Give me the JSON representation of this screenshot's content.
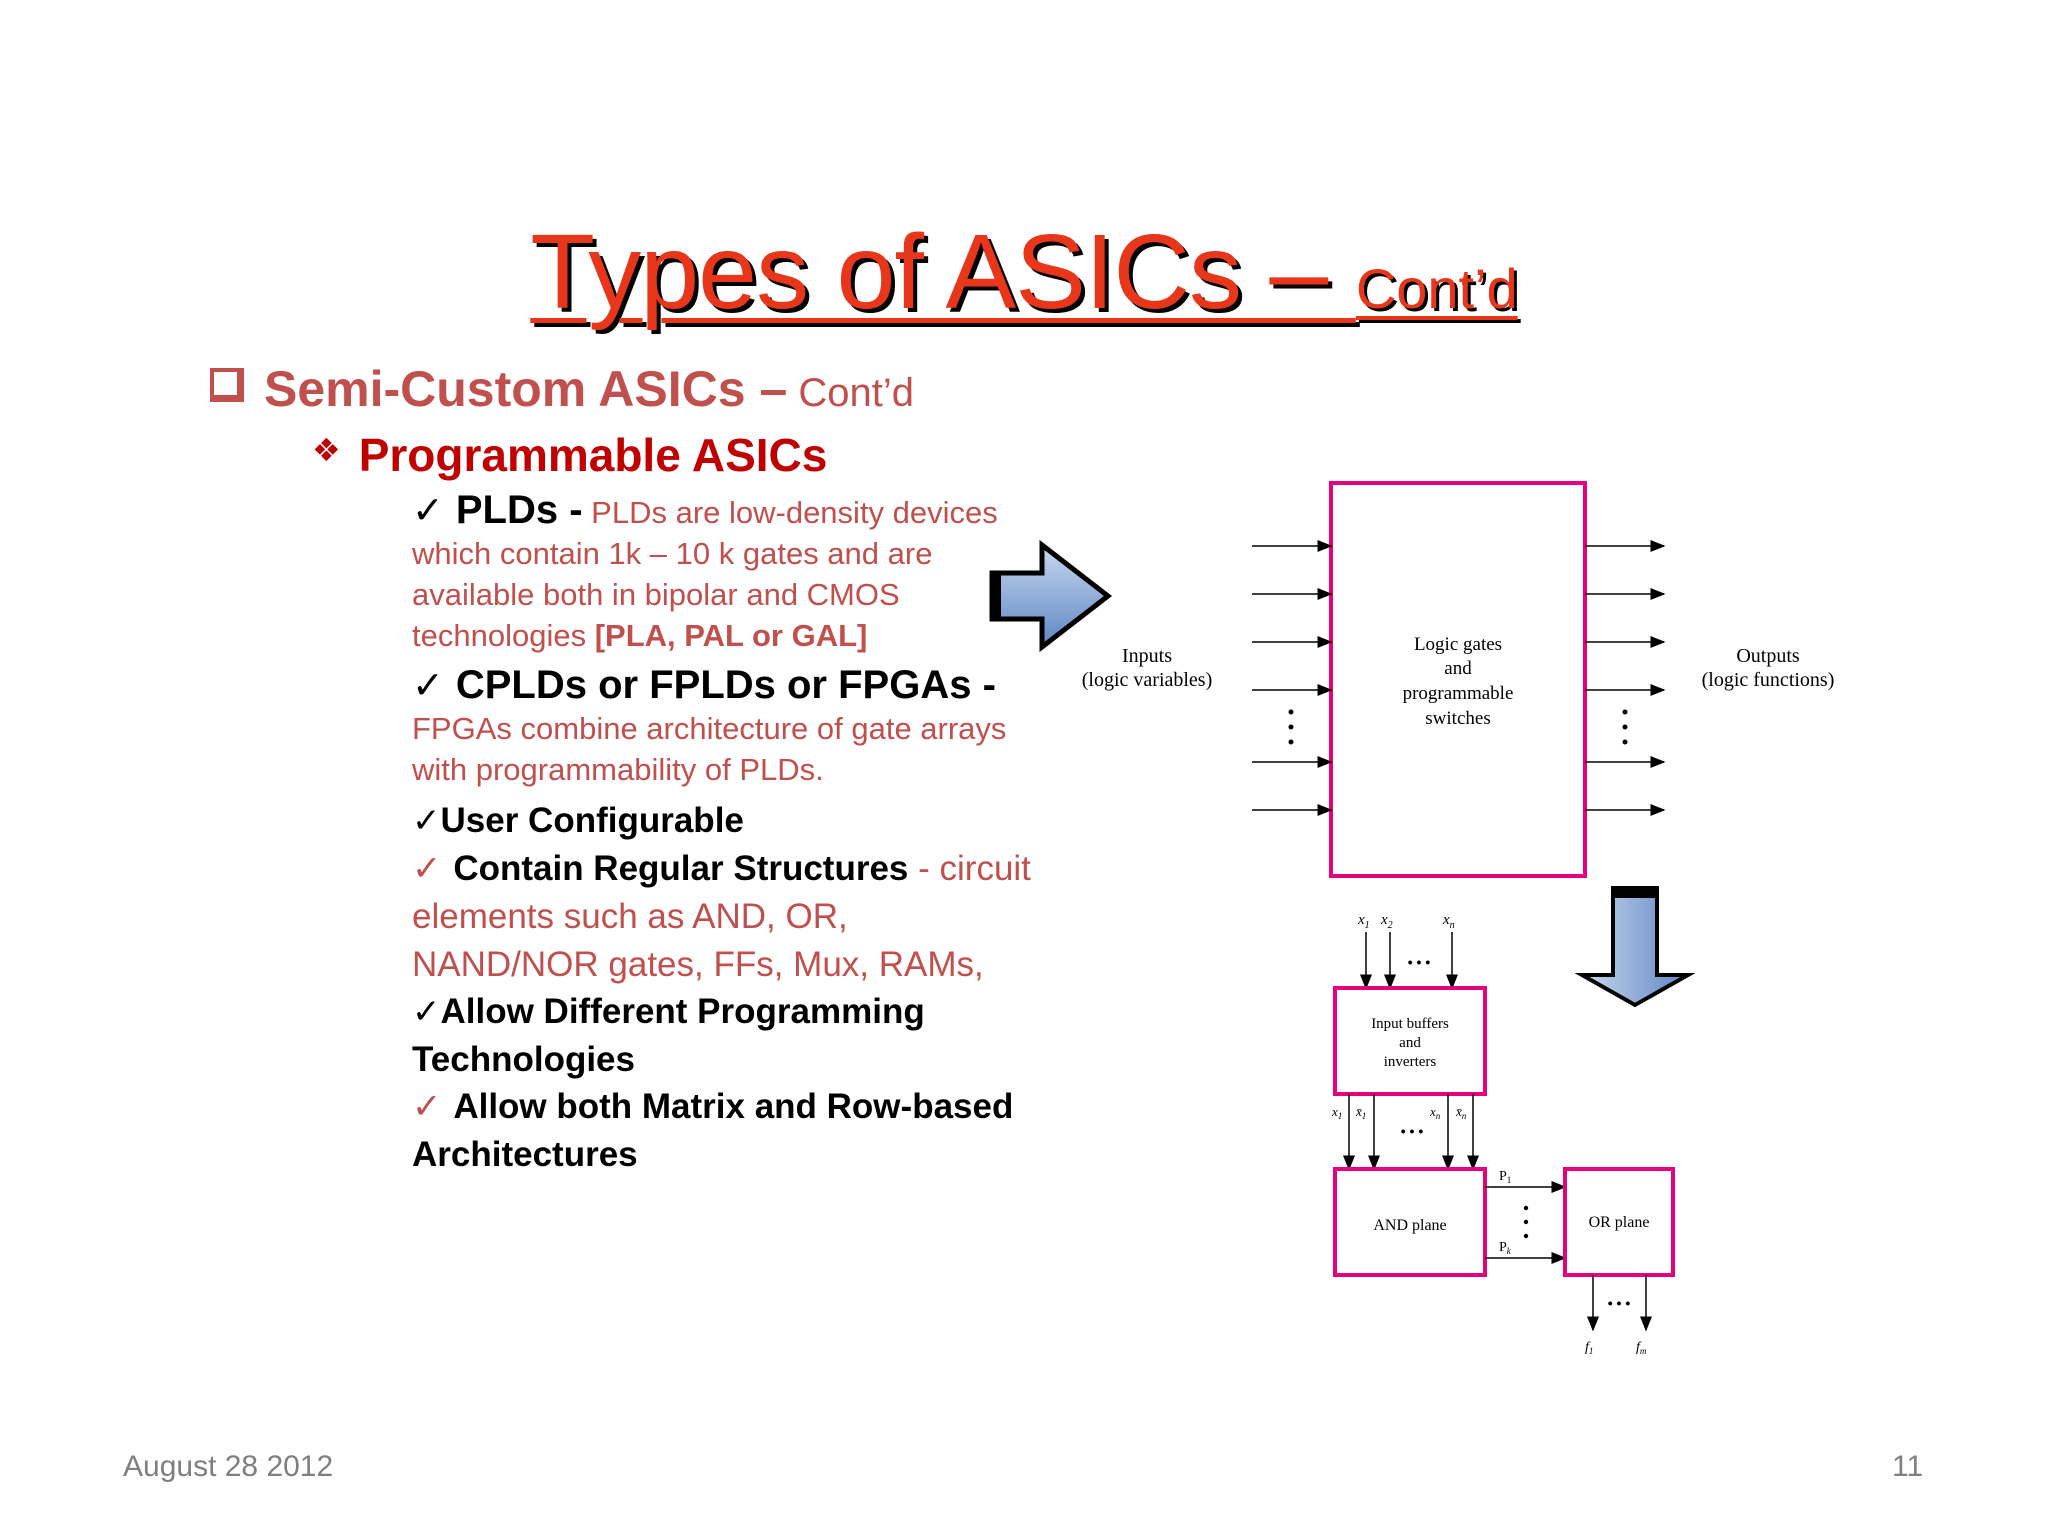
{
  "slide": {
    "title": "Types of ASICs – ",
    "title_suffix": "Cont’d",
    "level1": {
      "bold": "Semi-Custom ASICs –",
      "normal": " Cont’d"
    },
    "level2": {
      "bullet": "❖",
      "label": "Programmable ASICs"
    },
    "items": {
      "plds_head": "PLDs -",
      "plds_body1": "PLDs are low-density devices",
      "plds_body2": "which contain 1k – 10 k gates and are",
      "plds_body3": "available both in bipolar and CMOS",
      "plds_body4": "technologies ",
      "plds_bracket": "[PLA, PAL or GAL]",
      "cplds_head": "CPLDs or FPLDs or FPGAs -",
      "cplds_body1": "FPGAs combine architecture of gate arrays",
      "cplds_body2": "with programmability of PLDs.",
      "user_config": "User Configurable",
      "regular_head": "Contain Regular Structures",
      "regular_dash": " - circuit",
      "regular_body1": "elements such as AND, OR,",
      "regular_body2": "NAND/NOR gates, FFs, Mux, RAMs,",
      "diff_prog1": "Allow Different Programming",
      "diff_prog2": "Technologies",
      "matrix1": "Allow both Matrix and Row-based",
      "matrix2": "Architectures"
    },
    "check": "✓",
    "footer_date": "August 28 2012",
    "page_number": "11"
  },
  "diagram": {
    "inputs_l1": "Inputs",
    "inputs_l2": "(logic variables)",
    "outputs_l1": "Outputs",
    "outputs_l2": "(logic functions)",
    "logic_l1": "Logic gates",
    "logic_l2": "and",
    "logic_l3": "programmable",
    "logic_l4": "switches",
    "buf_l1": "Input buffers",
    "buf_l2": "and",
    "buf_l3": "inverters",
    "and_plane": "AND plane",
    "or_plane": "OR plane",
    "x1": "x",
    "x1_sub": "1",
    "x2": "x",
    "x2_sub": "2",
    "xn": "x",
    "xn_sub": "n",
    "x1bar": "x̄",
    "xnbar": "x̄",
    "p1": "P",
    "p1_sub": "1",
    "pk": "P",
    "pk_sub": "k",
    "f1": "f",
    "f1_sub": "1",
    "fm": "f",
    "fm_sub": "m",
    "dots_h": "• • •"
  },
  "colors": {
    "title": "#e8361b",
    "body_red": "#c0504d",
    "heading_red": "#c00000",
    "box_border": "#e5007e",
    "arrow_fill": "#7fa3d6"
  }
}
